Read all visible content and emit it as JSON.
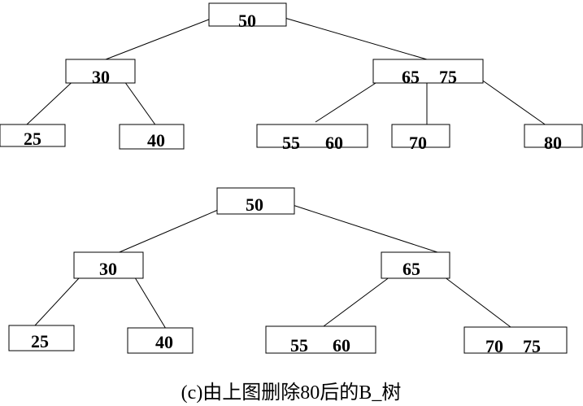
{
  "trees": [
    {
      "nodes": [
        {
          "id": "t1-root",
          "keys": [
            "50"
          ]
        },
        {
          "id": "t1-30",
          "keys": [
            "30"
          ]
        },
        {
          "id": "t1-6575",
          "keys": [
            "65",
            "75"
          ]
        },
        {
          "id": "t1-25",
          "keys": [
            "25"
          ]
        },
        {
          "id": "t1-40",
          "keys": [
            "40"
          ]
        },
        {
          "id": "t1-5560",
          "keys": [
            "55",
            "60"
          ]
        },
        {
          "id": "t1-70",
          "keys": [
            "70"
          ]
        },
        {
          "id": "t1-80",
          "keys": [
            "80"
          ]
        }
      ]
    },
    {
      "nodes": [
        {
          "id": "t2-root",
          "keys": [
            "50"
          ]
        },
        {
          "id": "t2-30",
          "keys": [
            "30"
          ]
        },
        {
          "id": "t2-65",
          "keys": [
            "65"
          ]
        },
        {
          "id": "t2-25",
          "keys": [
            "25"
          ]
        },
        {
          "id": "t2-40",
          "keys": [
            "40"
          ]
        },
        {
          "id": "t2-5560",
          "keys": [
            "55",
            "60"
          ]
        },
        {
          "id": "t2-7075",
          "keys": [
            "70",
            "75"
          ]
        }
      ]
    }
  ],
  "caption": "(c)由上图删除80后的B_树"
}
